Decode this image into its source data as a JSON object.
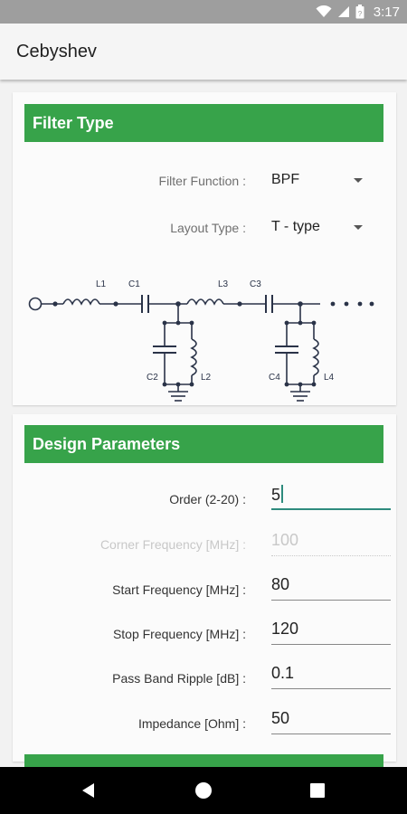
{
  "status_bar": {
    "time": "3:17",
    "icons": [
      "wifi-icon",
      "signal-icon",
      "battery-icon"
    ]
  },
  "app_bar": {
    "title": "Cebyshev"
  },
  "filter_type": {
    "header": "Filter Type",
    "filter_function": {
      "label": "Filter Function :",
      "value": "BPF"
    },
    "layout_type": {
      "label": "Layout Type :",
      "value": "T - type"
    },
    "schematic_labels": {
      "l1": "L1",
      "c1": "C1",
      "l3": "L3",
      "c3": "C3",
      "c2": "C2",
      "l2": "L2",
      "c4": "C4",
      "l4": "L4"
    }
  },
  "design_parameters": {
    "header": "Design Parameters",
    "order": {
      "label": "Order (2-20) :",
      "value": "5"
    },
    "corner_frequency": {
      "label": "Corner Frequency [MHz] :",
      "value": "100"
    },
    "start_frequency": {
      "label": "Start Frequency [MHz] :",
      "value": "80"
    },
    "stop_frequency": {
      "label": "Stop Frequency [MHz] :",
      "value": "120"
    },
    "pass_band_ripple": {
      "label": "Pass Band Ripple [dB] :",
      "value": "0.1"
    },
    "impedance": {
      "label": "Impedance [Ohm] :",
      "value": "50"
    }
  },
  "colors": {
    "accent_green": "#37a34a",
    "focus_teal": "#2e8b7d",
    "schematic": "#2a3348"
  },
  "nav_bar": {
    "icons": [
      "back-icon",
      "home-icon",
      "recents-icon"
    ]
  }
}
